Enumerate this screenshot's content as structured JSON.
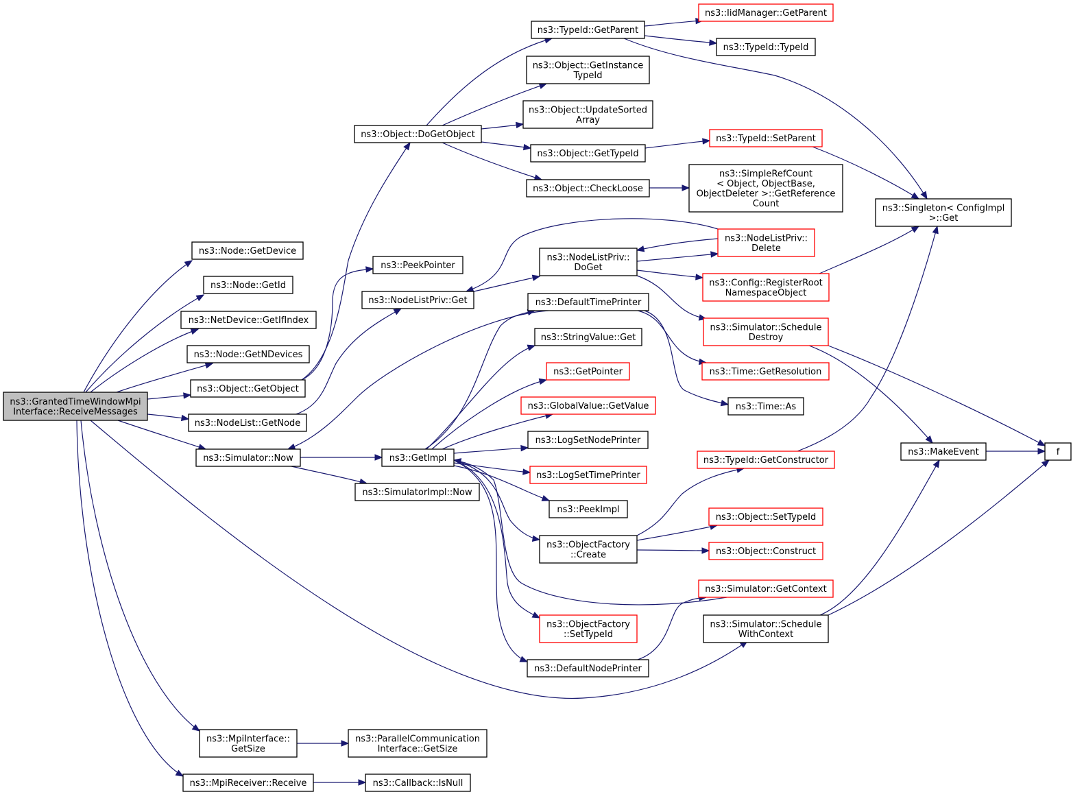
{
  "graph": {
    "colors": {
      "edge": "#191970",
      "node_border": "#000000",
      "node_border_truncated": "#ff0000",
      "root_fill": "#bfbfbf",
      "node_fill": "#ffffff"
    },
    "nodes": [
      {
        "id": "root",
        "lines": [
          "ns3::GrantedTimeWindowMpi",
          "Interface::ReceiveMessages"
        ],
        "style": "root"
      },
      {
        "id": "getDevice",
        "lines": [
          "ns3::Node::GetDevice"
        ],
        "style": "normal"
      },
      {
        "id": "getId",
        "lines": [
          "ns3::Node::GetId"
        ],
        "style": "normal"
      },
      {
        "id": "getIfIndex",
        "lines": [
          "ns3::NetDevice::GetIfIndex"
        ],
        "style": "normal"
      },
      {
        "id": "getNDevices",
        "lines": [
          "ns3::Node::GetNDevices"
        ],
        "style": "normal"
      },
      {
        "id": "getObject",
        "lines": [
          "ns3::Object::GetObject"
        ],
        "style": "normal"
      },
      {
        "id": "getNode",
        "lines": [
          "ns3::NodeList::GetNode"
        ],
        "style": "normal"
      },
      {
        "id": "simNow",
        "lines": [
          "ns3::Simulator::Now"
        ],
        "style": "normal"
      },
      {
        "id": "mpiGetSize",
        "lines": [
          "ns3::MpiInterface::",
          "GetSize"
        ],
        "style": "normal"
      },
      {
        "id": "mpiReceive",
        "lines": [
          "ns3::MpiReceiver::Receive"
        ],
        "style": "normal"
      },
      {
        "id": "doGetObject",
        "lines": [
          "ns3::Object::DoGetObject"
        ],
        "style": "normal"
      },
      {
        "id": "peekPointer",
        "lines": [
          "ns3::PeekPointer"
        ],
        "style": "normal"
      },
      {
        "id": "nlpGet",
        "lines": [
          "ns3::NodeListPriv::Get"
        ],
        "style": "normal"
      },
      {
        "id": "getImpl",
        "lines": [
          "ns3::GetImpl"
        ],
        "style": "normal"
      },
      {
        "id": "simImplNow",
        "lines": [
          "ns3::SimulatorImpl::Now"
        ],
        "style": "normal"
      },
      {
        "id": "pciGetSize",
        "lines": [
          "ns3::ParallelCommunication",
          "Interface::GetSize"
        ],
        "style": "normal"
      },
      {
        "id": "cbIsNull",
        "lines": [
          "ns3::Callback::IsNull"
        ],
        "style": "normal"
      },
      {
        "id": "typeIdGetParent",
        "lines": [
          "ns3::TypeId::GetParent"
        ],
        "style": "normal"
      },
      {
        "id": "getInstanceTypeId",
        "lines": [
          "ns3::Object::GetInstance",
          "TypeId"
        ],
        "style": "normal"
      },
      {
        "id": "updateSortedArray",
        "lines": [
          "ns3::Object::UpdateSorted",
          "Array"
        ],
        "style": "normal"
      },
      {
        "id": "objGetTypeId",
        "lines": [
          "ns3::Object::GetTypeId"
        ],
        "style": "normal"
      },
      {
        "id": "checkLoose",
        "lines": [
          "ns3::Object::CheckLoose"
        ],
        "style": "normal"
      },
      {
        "id": "nlpDoGet",
        "lines": [
          "ns3::NodeListPriv::",
          "DoGet"
        ],
        "style": "normal"
      },
      {
        "id": "defaultTimePrinter",
        "lines": [
          "ns3::DefaultTimePrinter"
        ],
        "style": "normal"
      },
      {
        "id": "stringValueGet",
        "lines": [
          "ns3::StringValue::Get"
        ],
        "style": "normal"
      },
      {
        "id": "getPointer",
        "lines": [
          "ns3::GetPointer"
        ],
        "style": "truncated"
      },
      {
        "id": "globalValueGetValue",
        "lines": [
          "ns3::GlobalValue::GetValue"
        ],
        "style": "truncated"
      },
      {
        "id": "logSetNodePrinter",
        "lines": [
          "ns3::LogSetNodePrinter"
        ],
        "style": "normal"
      },
      {
        "id": "logSetTimePrinter",
        "lines": [
          "ns3::LogSetTimePrinter"
        ],
        "style": "truncated"
      },
      {
        "id": "peekImpl",
        "lines": [
          "ns3::PeekImpl"
        ],
        "style": "normal"
      },
      {
        "id": "ofCreate",
        "lines": [
          "ns3::ObjectFactory",
          "::Create"
        ],
        "style": "normal"
      },
      {
        "id": "ofSetTypeId",
        "lines": [
          "ns3::ObjectFactory",
          "::SetTypeId"
        ],
        "style": "truncated"
      },
      {
        "id": "defaultNodePrinter",
        "lines": [
          "ns3::DefaultNodePrinter"
        ],
        "style": "normal"
      },
      {
        "id": "iidGetParent",
        "lines": [
          "ns3::IidManager::GetParent"
        ],
        "style": "truncated"
      },
      {
        "id": "typeIdTypeId",
        "lines": [
          "ns3::TypeId::TypeId"
        ],
        "style": "normal"
      },
      {
        "id": "typeIdSetParent",
        "lines": [
          "ns3::TypeId::SetParent"
        ],
        "style": "truncated"
      },
      {
        "id": "simpleRefCount",
        "lines": [
          "ns3::SimpleRefCount",
          "< Object, ObjectBase,",
          " ObjectDeleter >::GetReference",
          "Count"
        ],
        "style": "normal"
      },
      {
        "id": "nlpDelete",
        "lines": [
          "ns3::NodeListPriv::",
          "Delete"
        ],
        "style": "truncated"
      },
      {
        "id": "registerRoot",
        "lines": [
          "ns3::Config::RegisterRoot",
          "NamespaceObject"
        ],
        "style": "truncated"
      },
      {
        "id": "scheduleDestroy",
        "lines": [
          "ns3::Simulator::Schedule",
          "Destroy"
        ],
        "style": "truncated"
      },
      {
        "id": "getResolution",
        "lines": [
          "ns3::Time::GetResolution"
        ],
        "style": "truncated"
      },
      {
        "id": "timeAs",
        "lines": [
          "ns3::Time::As"
        ],
        "style": "normal"
      },
      {
        "id": "getConstructor",
        "lines": [
          "ns3::TypeId::GetConstructor"
        ],
        "style": "truncated"
      },
      {
        "id": "objSetTypeId",
        "lines": [
          "ns3::Object::SetTypeId"
        ],
        "style": "truncated"
      },
      {
        "id": "objConstruct",
        "lines": [
          "ns3::Object::Construct"
        ],
        "style": "truncated"
      },
      {
        "id": "simGetContext",
        "lines": [
          "ns3::Simulator::GetContext"
        ],
        "style": "truncated"
      },
      {
        "id": "scheduleWithContext",
        "lines": [
          "ns3::Simulator::Schedule",
          "WithContext"
        ],
        "style": "normal"
      },
      {
        "id": "singletonGet",
        "lines": [
          "ns3::Singleton< ConfigImpl",
          " >::Get"
        ],
        "style": "normal"
      },
      {
        "id": "makeEvent",
        "lines": [
          "ns3::MakeEvent"
        ],
        "style": "normal"
      },
      {
        "id": "f",
        "lines": [
          "f"
        ],
        "style": "normal"
      }
    ],
    "edges": [
      [
        "root",
        "getDevice"
      ],
      [
        "root",
        "getId"
      ],
      [
        "root",
        "getIfIndex"
      ],
      [
        "root",
        "getNDevices"
      ],
      [
        "root",
        "getObject"
      ],
      [
        "root",
        "getNode"
      ],
      [
        "root",
        "simNow"
      ],
      [
        "root",
        "mpiGetSize"
      ],
      [
        "root",
        "mpiReceive"
      ],
      [
        "root",
        "scheduleWithContext"
      ],
      [
        "getObject",
        "doGetObject"
      ],
      [
        "getObject",
        "peekPointer"
      ],
      [
        "getNode",
        "nlpGet"
      ],
      [
        "simNow",
        "getImpl"
      ],
      [
        "simNow",
        "simImplNow"
      ],
      [
        "mpiGetSize",
        "pciGetSize"
      ],
      [
        "mpiReceive",
        "cbIsNull"
      ],
      [
        "doGetObject",
        "typeIdGetParent"
      ],
      [
        "doGetObject",
        "getInstanceTypeId"
      ],
      [
        "doGetObject",
        "updateSortedArray"
      ],
      [
        "doGetObject",
        "objGetTypeId"
      ],
      [
        "doGetObject",
        "checkLoose"
      ],
      [
        "nlpGet",
        "nlpDoGet"
      ],
      [
        "getImpl",
        "defaultTimePrinter"
      ],
      [
        "getImpl",
        "stringValueGet"
      ],
      [
        "getImpl",
        "getPointer"
      ],
      [
        "getImpl",
        "globalValueGetValue"
      ],
      [
        "getImpl",
        "logSetNodePrinter"
      ],
      [
        "getImpl",
        "logSetTimePrinter"
      ],
      [
        "getImpl",
        "peekImpl"
      ],
      [
        "getImpl",
        "ofCreate"
      ],
      [
        "getImpl",
        "ofSetTypeId"
      ],
      [
        "getImpl",
        "defaultNodePrinter"
      ],
      [
        "typeIdGetParent",
        "iidGetParent"
      ],
      [
        "typeIdGetParent",
        "typeIdTypeId"
      ],
      [
        "typeIdGetParent",
        "singletonGet"
      ],
      [
        "objGetTypeId",
        "typeIdSetParent"
      ],
      [
        "checkLoose",
        "simpleRefCount"
      ],
      [
        "nlpDoGet",
        "nlpDelete"
      ],
      [
        "nlpDoGet",
        "registerRoot"
      ],
      [
        "nlpDoGet",
        "scheduleDestroy"
      ],
      [
        "nlpDelete",
        "nlpDoGet"
      ],
      [
        "nlpDelete",
        "nlpGet"
      ],
      [
        "defaultTimePrinter",
        "simNow"
      ],
      [
        "defaultTimePrinter",
        "getResolution"
      ],
      [
        "defaultTimePrinter",
        "timeAs"
      ],
      [
        "ofCreate",
        "getConstructor"
      ],
      [
        "ofCreate",
        "objSetTypeId"
      ],
      [
        "ofCreate",
        "objConstruct"
      ],
      [
        "simGetContext",
        "getImpl"
      ],
      [
        "defaultNodePrinter",
        "simGetContext"
      ],
      [
        "typeIdSetParent",
        "singletonGet"
      ],
      [
        "registerRoot",
        "singletonGet"
      ],
      [
        "getConstructor",
        "singletonGet"
      ],
      [
        "scheduleDestroy",
        "makeEvent"
      ],
      [
        "scheduleDestroy",
        "f"
      ],
      [
        "scheduleWithContext",
        "makeEvent"
      ],
      [
        "scheduleWithContext",
        "f"
      ],
      [
        "makeEvent",
        "f"
      ]
    ]
  }
}
